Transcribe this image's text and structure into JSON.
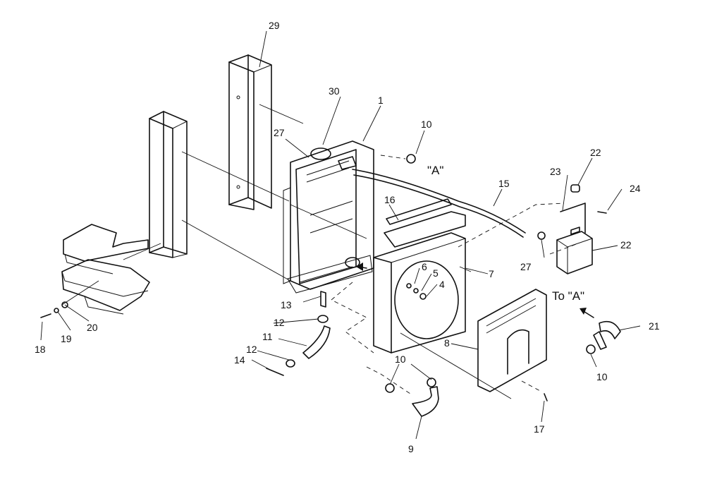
{
  "labels": {
    "p1": "1",
    "p4": "4",
    "p5": "5",
    "p6": "6",
    "p7": "7",
    "p8": "8",
    "p9": "9",
    "p10a": "10",
    "p10b": "10",
    "p10c": "10",
    "p11": "11",
    "p12a": "12",
    "p12b": "12",
    "p13": "13",
    "p14": "14",
    "p15": "15",
    "p16": "16",
    "p17": "17",
    "p18": "18",
    "p19": "19",
    "p20": "20",
    "p21": "21",
    "p22a": "22",
    "p22b": "22",
    "p23": "23",
    "p24": "24",
    "p27a": "27",
    "p27b": "27",
    "p29": "29",
    "p30": "30"
  },
  "callouts": {
    "connection_a": "\"A\"",
    "to_a": "To \"A\""
  }
}
